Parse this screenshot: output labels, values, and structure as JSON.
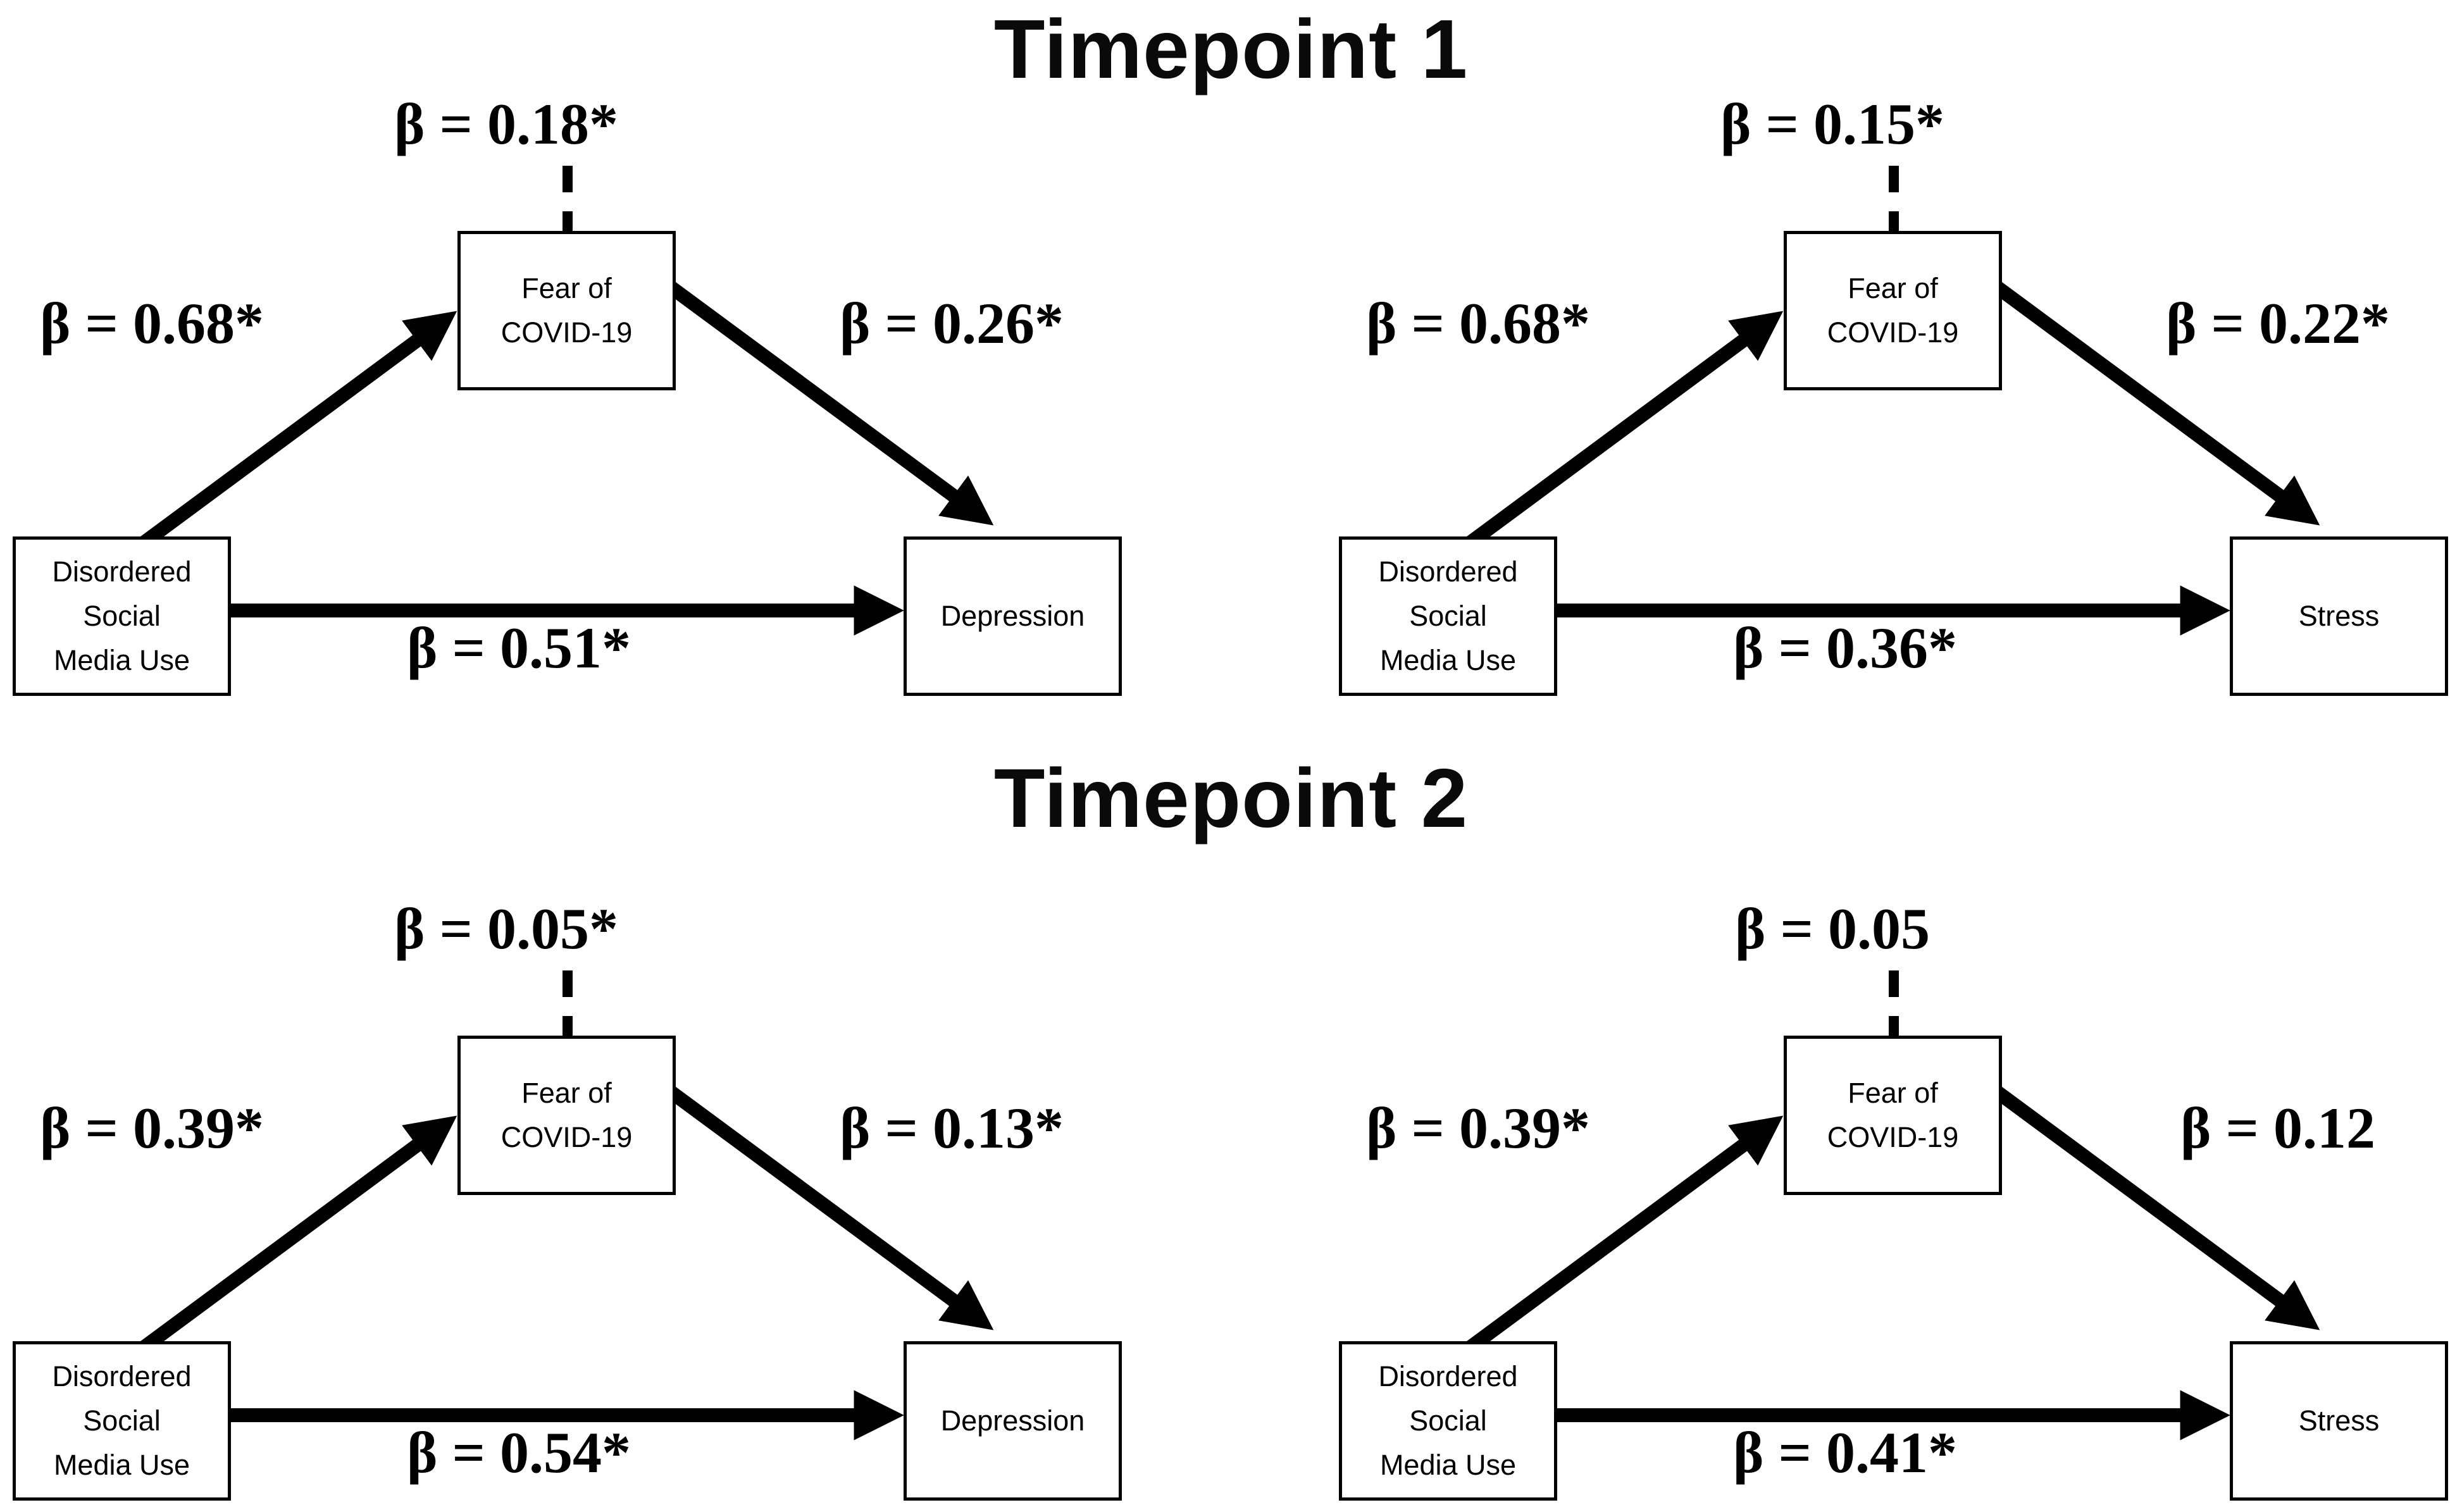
{
  "figure": {
    "section_titles": {
      "t1": "Timepoint 1",
      "t2": "Timepoint 2"
    },
    "colors": {
      "ink": "#000000",
      "background": "#ffffff"
    }
  },
  "panels": [
    {
      "predictor": "Disordered\nSocial\nMedia Use",
      "mediator": "Fear of\nCOVID-19",
      "outcome": "Depression",
      "a_path": "β = 0.68*",
      "b_path": "β = 0.26*",
      "direct_path": "β = 0.51*",
      "indirect_path": "β = 0.18*"
    },
    {
      "predictor": "Disordered\nSocial\nMedia Use",
      "mediator": "Fear of\nCOVID-19",
      "outcome": "Stress",
      "a_path": "β = 0.68*",
      "b_path": "β = 0.22*",
      "direct_path": "β = 0.36*",
      "indirect_path": "β = 0.15*"
    },
    {
      "predictor": "Disordered\nSocial\nMedia Use",
      "mediator": "Fear of\nCOVID-19",
      "outcome": "Depression",
      "a_path": "β = 0.39*",
      "b_path": "β = 0.13*",
      "direct_path": "β = 0.54*",
      "indirect_path": "β = 0.05*"
    },
    {
      "predictor": "Disordered\nSocial\nMedia Use",
      "mediator": "Fear of\nCOVID-19",
      "outcome": "Stress",
      "a_path": "β = 0.39*",
      "b_path": "β = 0.12",
      "direct_path": "β = 0.41*",
      "indirect_path": "β = 0.05"
    }
  ]
}
